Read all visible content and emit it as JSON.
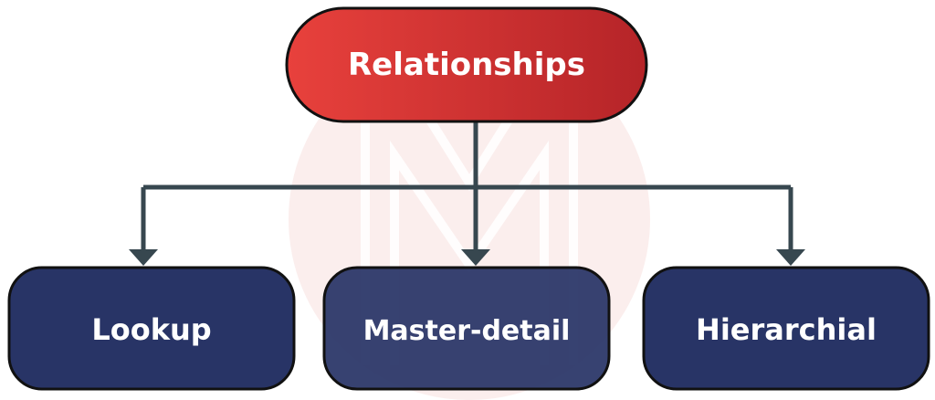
{
  "root": {
    "label": "Relationships"
  },
  "children": [
    {
      "label": "Lookup"
    },
    {
      "label": "Master-detail"
    },
    {
      "label": "Hierarchial"
    }
  ],
  "colors": {
    "root_fill_start": "#e8413c",
    "root_fill_end": "#b52428",
    "child_fill": "#283466",
    "outline": "#111111",
    "connector": "#37474f",
    "watermark": "#f7e3e2"
  },
  "watermark_icon": "monogram-logo-watermark"
}
